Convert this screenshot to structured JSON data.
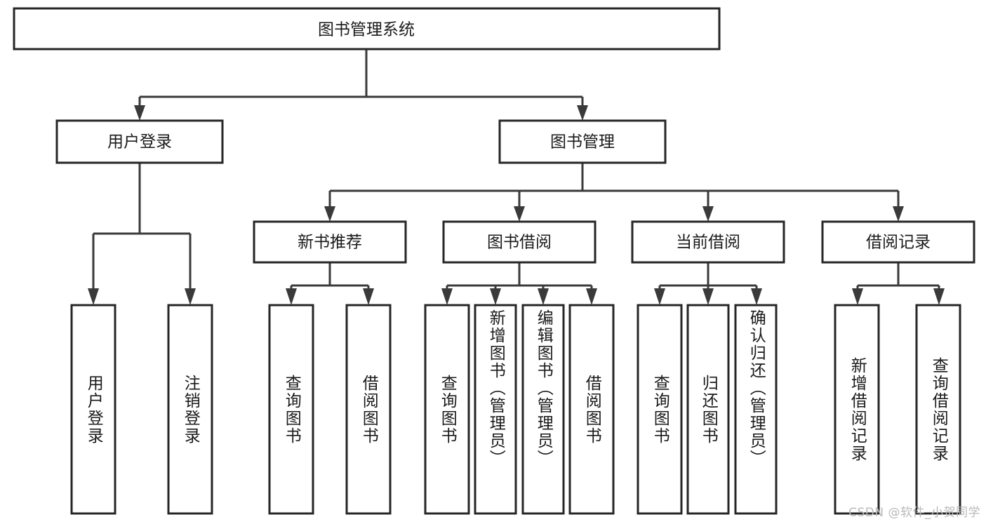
{
  "diagram": {
    "type": "tree-hierarchy",
    "title": "图书管理系统",
    "watermark": "CSDN @软件_小贺同学",
    "colors": {
      "box_stroke": "#262626",
      "box_fill": "#ffffff",
      "edge": "#3a3a3a",
      "text": "#1a1a1a",
      "watermark": "#b9b9b9",
      "background": "#ffffff"
    },
    "levels": {
      "root": {
        "label": "图书管理系统",
        "orientation": "horizontal"
      },
      "level2": [
        {
          "label": "用户登录",
          "orientation": "horizontal"
        },
        {
          "label": "图书管理",
          "orientation": "horizontal"
        }
      ],
      "level3": [
        {
          "label": "新书推荐",
          "orientation": "horizontal"
        },
        {
          "label": "图书借阅",
          "orientation": "horizontal"
        },
        {
          "label": "当前借阅",
          "orientation": "horizontal"
        },
        {
          "label": "借阅记录",
          "orientation": "horizontal"
        }
      ],
      "leaves": [
        {
          "label": "用户登录",
          "orientation": "vertical",
          "parent": "用户登录"
        },
        {
          "label": "注销登录",
          "orientation": "vertical",
          "parent": "用户登录"
        },
        {
          "label": "查询图书",
          "orientation": "vertical",
          "parent": "新书推荐"
        },
        {
          "label": "借阅图书",
          "orientation": "vertical",
          "parent": "新书推荐"
        },
        {
          "label": "查询图书",
          "orientation": "vertical",
          "parent": "图书借阅"
        },
        {
          "label": "新增图书（管理员）",
          "orientation": "vertical",
          "parent": "图书借阅"
        },
        {
          "label": "编辑图书（管理员）",
          "orientation": "vertical",
          "parent": "图书借阅"
        },
        {
          "label": "借阅图书",
          "orientation": "vertical",
          "parent": "图书借阅"
        },
        {
          "label": "查询图书",
          "orientation": "vertical",
          "parent": "当前借阅"
        },
        {
          "label": "归还图书",
          "orientation": "vertical",
          "parent": "当前借阅"
        },
        {
          "label": "确认归还（管理员）",
          "orientation": "vertical",
          "parent": "当前借阅"
        },
        {
          "label": "新增借阅记录",
          "orientation": "vertical",
          "parent": "借阅记录"
        },
        {
          "label": "查询借阅记录",
          "orientation": "vertical",
          "parent": "借阅记录"
        }
      ]
    }
  }
}
